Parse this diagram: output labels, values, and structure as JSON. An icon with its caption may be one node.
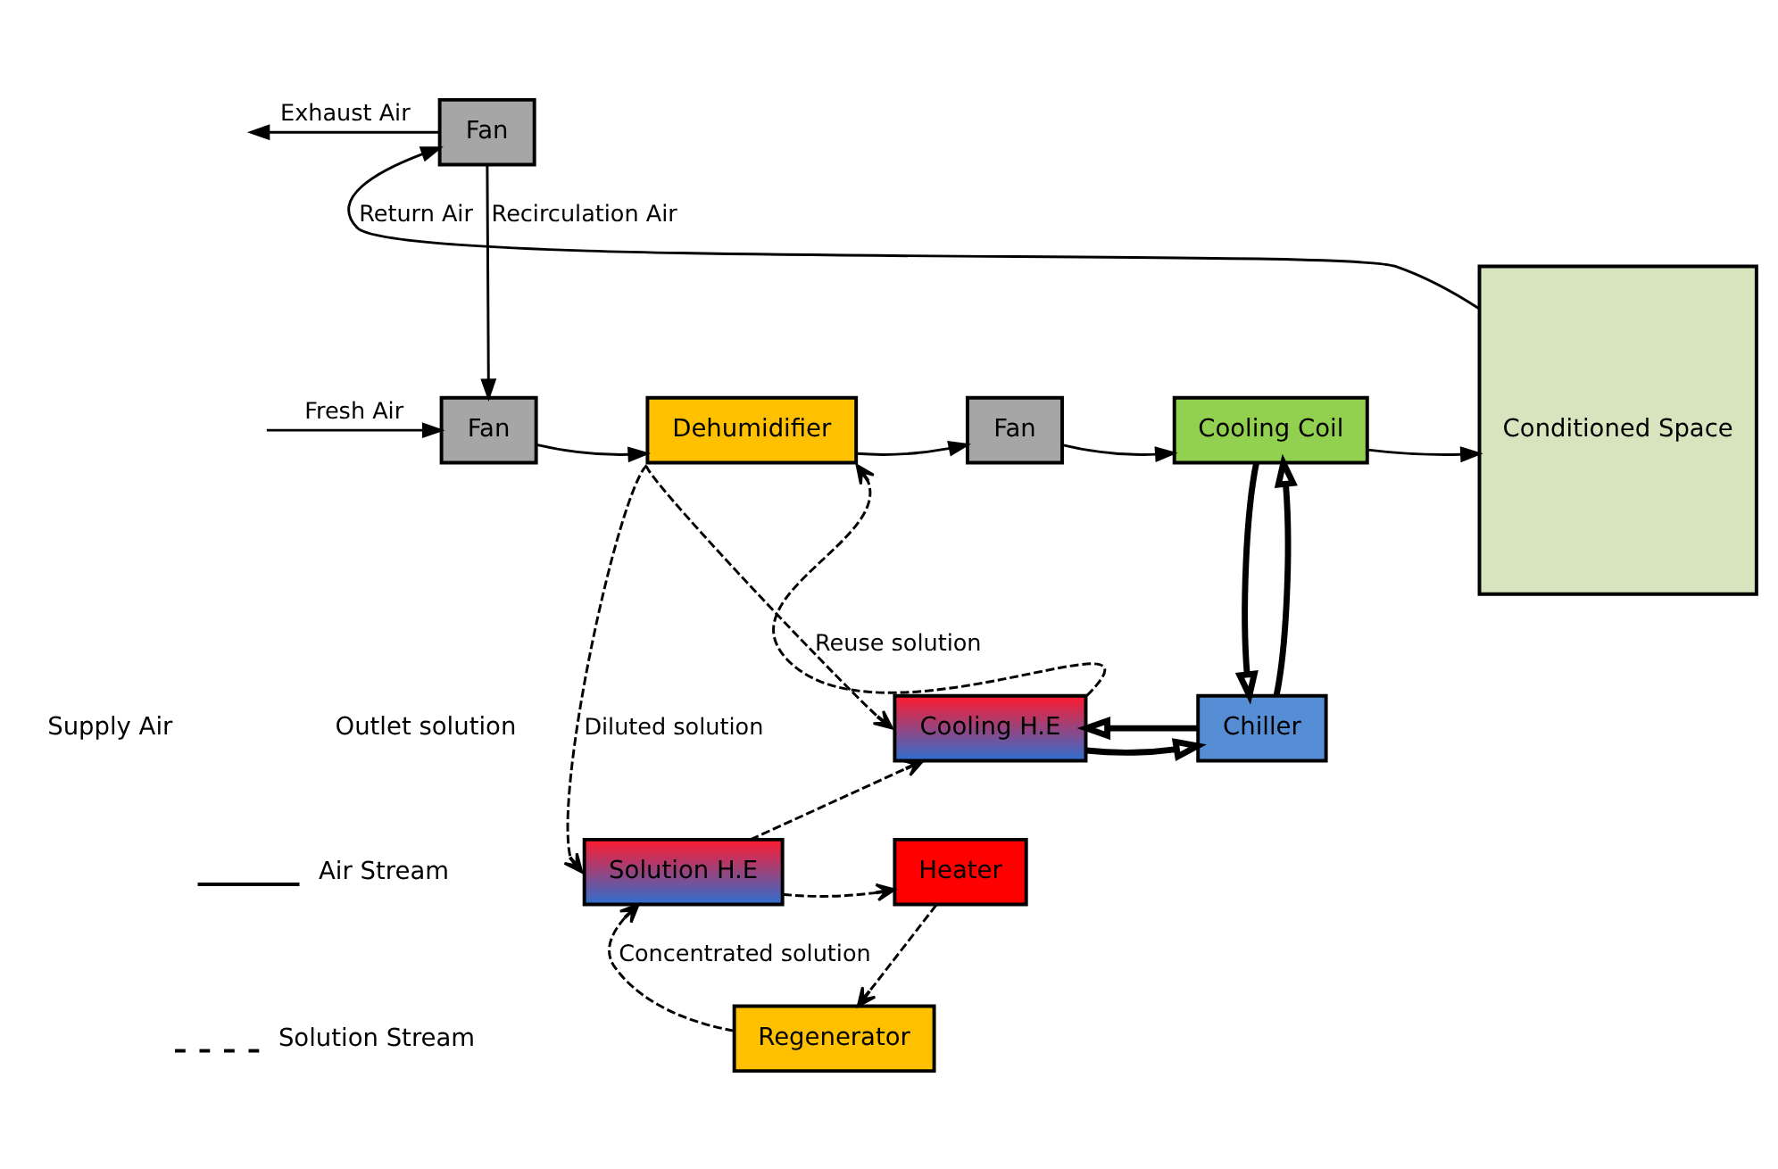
{
  "diagram": {
    "nodes": [
      {
        "text": [
          "Fan"
        ]
      },
      {
        "text": [
          "Conditioned Space"
        ]
      },
      {
        "text": [
          "Fan"
        ]
      },
      {
        "text": [
          "Dehumidifier"
        ]
      },
      {
        "text": [
          "Fan"
        ]
      },
      {
        "text": [
          "Cooling Coil"
        ]
      },
      {
        "text": [
          "Cooling H.E"
        ]
      },
      {
        "text": [
          "Chiller"
        ]
      },
      {
        "text": [
          "Solution H.E"
        ]
      },
      {
        "text": [
          "Heater"
        ]
      },
      {
        "text": [
          "Regenerator"
        ]
      }
    ],
    "edges": [
      {
        "from": 1,
        "to": 0,
        "arrow": "to",
        "label": "Return Air"
      },
      {
        "from": 0,
        "to": null,
        "arrow": "to",
        "label": "Exhaust Air"
      },
      {
        "from": 0,
        "to": 2,
        "arrow": "to",
        "label": "Recirculation Air"
      },
      {
        "from": null,
        "to": 2,
        "arrow": "to",
        "label": "Fresh Air"
      },
      {
        "from": 2,
        "to": 3,
        "arrow": "to"
      },
      {
        "from": 3,
        "to": 4,
        "arrow": "to"
      },
      {
        "from": 4,
        "to": 5,
        "arrow": "to"
      },
      {
        "from": 5,
        "to": 1,
        "arrow": "to"
      },
      {
        "from": 5,
        "to": 7,
        "arrow": "to",
        "style": "thick"
      },
      {
        "from": 7,
        "to": 5,
        "arrow": "to",
        "style": "thick"
      },
      {
        "from": 6,
        "to": 7,
        "arrow": "to",
        "style": "thick"
      },
      {
        "from": 7,
        "to": 6,
        "arrow": "to",
        "style": "thick"
      },
      {
        "from": 6,
        "to": 3,
        "arrow": "to",
        "style": "dashed"
      },
      {
        "from": 3,
        "to": 6,
        "arrow": "to",
        "style": "dashed",
        "label": "Reuse solution"
      },
      {
        "from": 3,
        "to": 8,
        "arrow": "to",
        "style": "dashed",
        "label": "Diluted solution"
      },
      {
        "from": 8,
        "to": 6,
        "arrow": "to",
        "style": "dashed"
      },
      {
        "from": 8,
        "to": 9,
        "arrow": "to",
        "style": "dashed"
      },
      {
        "from": 9,
        "to": 10,
        "arrow": "to",
        "style": "dashed"
      },
      {
        "from": 10,
        "to": 8,
        "arrow": "to",
        "style": "dashed",
        "label": "Concentrated solution"
      }
    ],
    "labels": [
      "Supply Air",
      "Outlet solution"
    ],
    "legend": [
      {
        "text": "Air Stream"
      },
      {
        "text": "Solution Stream"
      }
    ]
  }
}
